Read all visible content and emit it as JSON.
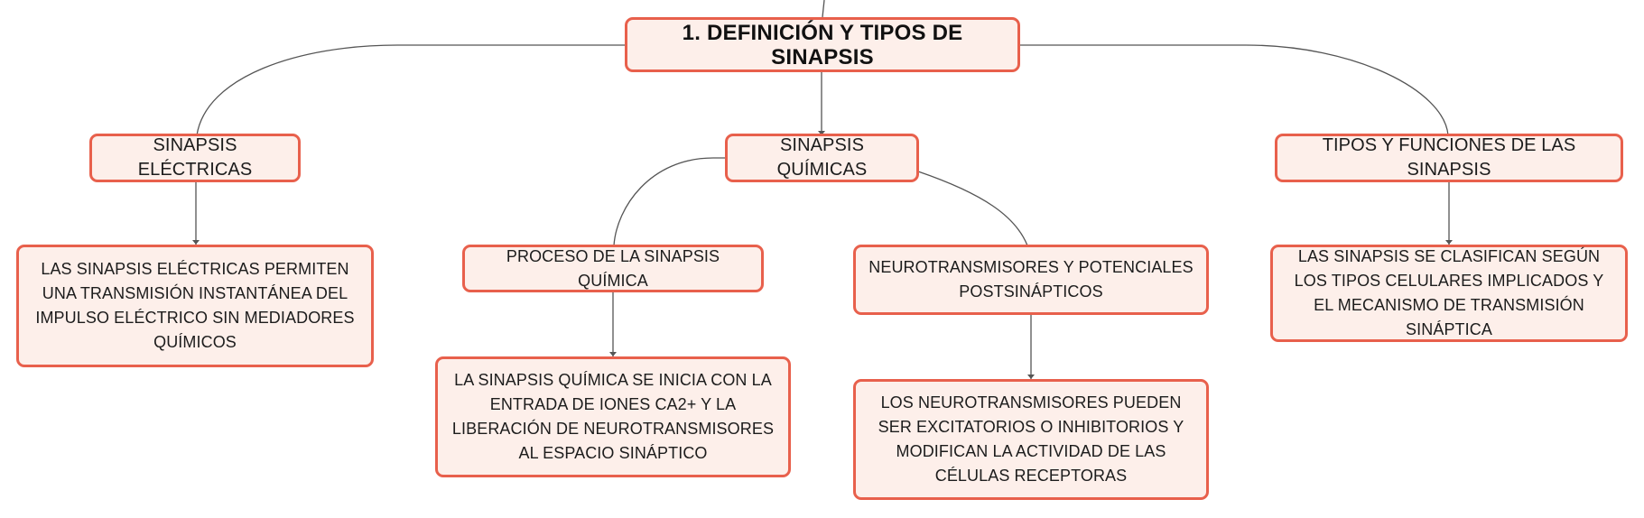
{
  "colors": {
    "node_fill": "#fdefea",
    "node_border": "#e8604c",
    "connector": "#555555",
    "text": "#1c1c1c"
  },
  "root": {
    "label": "1. DEFINICIÓN Y TIPOS DE SINAPSIS"
  },
  "branches": [
    {
      "label": "SINAPSIS ELÉCTRICAS",
      "children": [
        {
          "label": "LAS SINAPSIS ELÉCTRICAS PERMITEN UNA TRANSMISIÓN INSTANTÁNEA DEL IMPULSO ELÉCTRICO SIN MEDIADORES QUÍMICOS"
        }
      ]
    },
    {
      "label": "SINAPSIS QUÍMICAS",
      "children": [
        {
          "label": "PROCESO DE LA SINAPSIS QUÍMICA",
          "children": [
            {
              "label": "LA SINAPSIS QUÍMICA SE INICIA CON LA ENTRADA DE IONES CA2+ Y LA LIBERACIÓN DE NEUROTRANSMISORES AL ESPACIO SINÁPTICO"
            }
          ]
        },
        {
          "label": "NEUROTRANSMISORES Y POTENCIALES POSTSINÁPTICOS",
          "children": [
            {
              "label": "LOS NEUROTRANSMISORES PUEDEN SER EXCITATORIOS O INHIBITORIOS Y MODIFICAN LA ACTIVIDAD DE LAS CÉLULAS RECEPTORAS"
            }
          ]
        }
      ]
    },
    {
      "label": "TIPOS Y FUNCIONES DE LAS SINAPSIS",
      "children": [
        {
          "label": "LAS SINAPSIS SE CLASIFICAN SEGÚN LOS TIPOS CELULARES IMPLICADOS Y EL MECANISMO DE TRANSMISIÓN SINÁPTICA"
        }
      ]
    }
  ]
}
